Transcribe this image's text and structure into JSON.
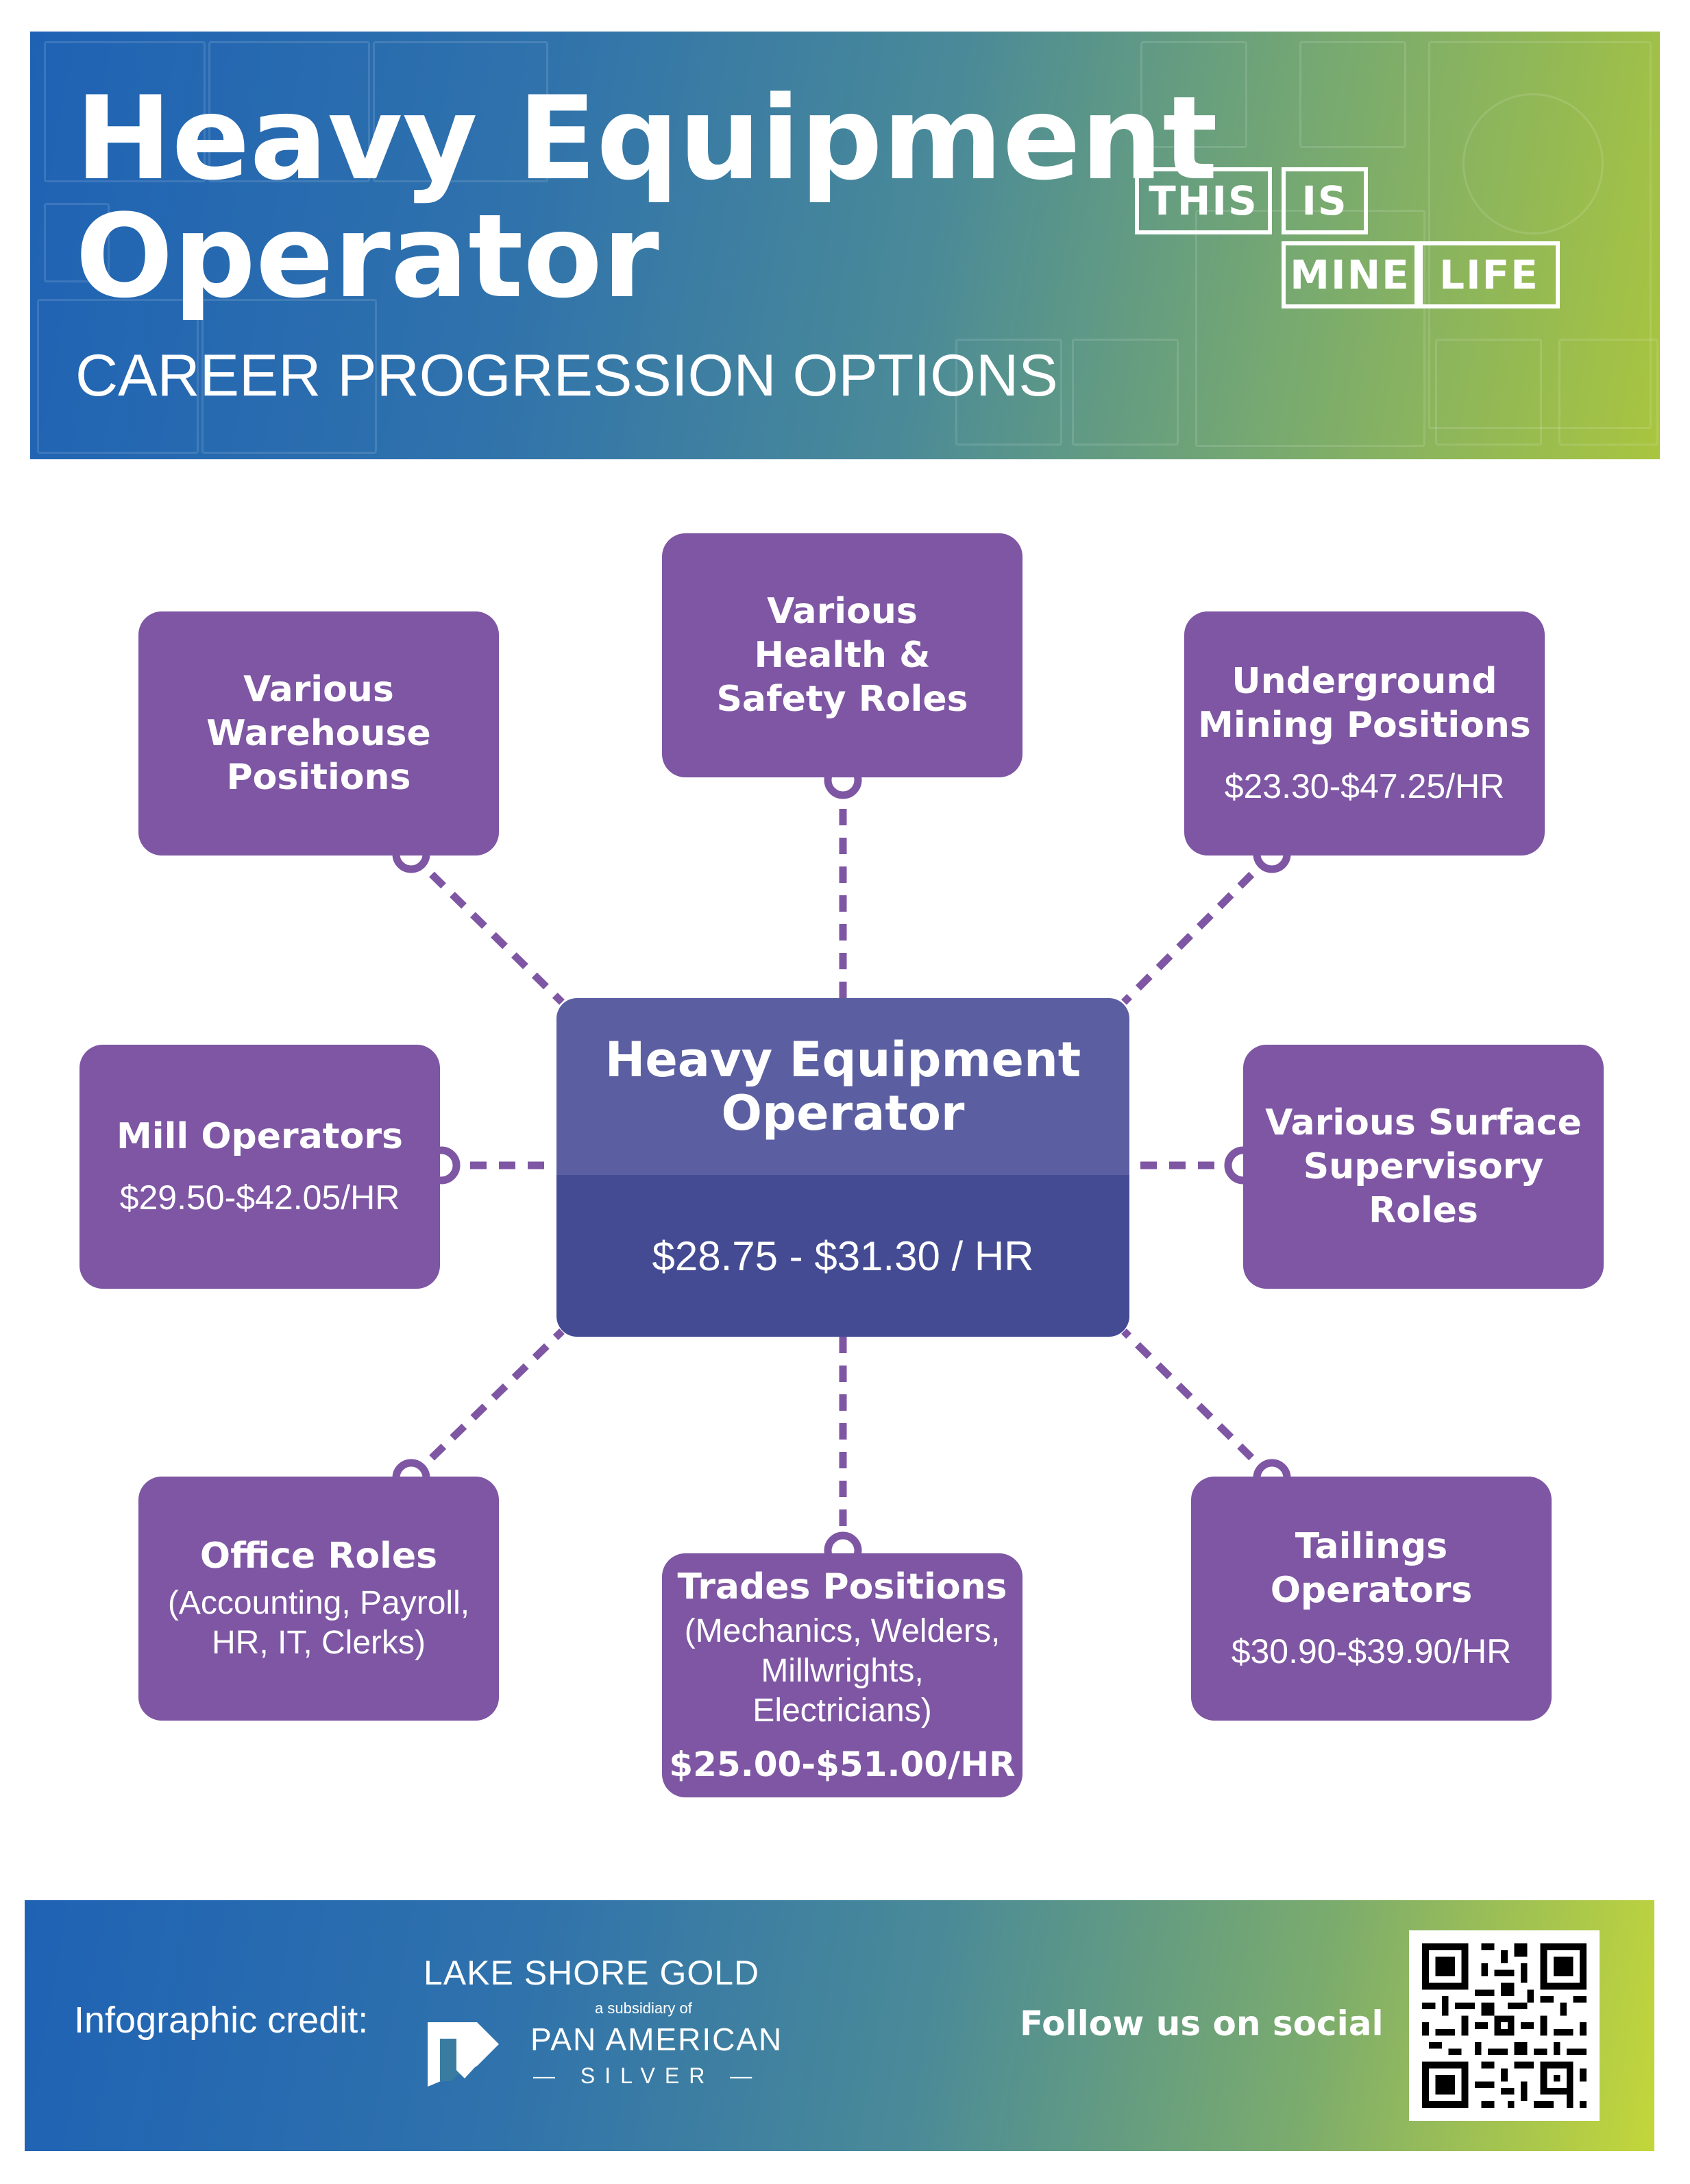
{
  "header": {
    "title_line1": "Heavy Equipment",
    "title_line2": "Operator",
    "subtitle": "CAREER PROGRESSION OPTIONS",
    "logo_words": [
      "THIS",
      "IS",
      "MINE",
      "LIFE"
    ]
  },
  "center": {
    "title_line1": "Heavy Equipment",
    "title_line2": "Operator",
    "pay": "$28.75 - $31.30 / HR"
  },
  "nodes": {
    "warehouse": {
      "lines": [
        "Various",
        "Warehouse",
        "Positions"
      ]
    },
    "health_safety": {
      "lines": [
        "Various",
        "Health &",
        "Safety Roles"
      ]
    },
    "underground": {
      "lines": [
        "Underground",
        "Mining Positions"
      ],
      "pay": "$23.30-$47.25/HR"
    },
    "mill": {
      "lines": [
        "Mill Operators"
      ],
      "pay": "$29.50-$42.05/HR"
    },
    "surface": {
      "lines": [
        "Various Surface",
        "Supervisory",
        "Roles"
      ]
    },
    "office": {
      "lines": [
        "Office Roles"
      ],
      "details": [
        "(Accounting, Payroll,",
        "HR, IT, Clerks)"
      ]
    },
    "trades": {
      "lines": [
        "Trades Positions"
      ],
      "details": [
        "(Mechanics, Welders,",
        "Millwrights, Electricians)"
      ],
      "pay": "$25.00-$51.00/HR"
    },
    "tailings": {
      "lines": [
        "Tailings",
        "Operators"
      ],
      "pay": "$30.90-$39.90/HR"
    }
  },
  "footer": {
    "credit_label": "Infographic credit:",
    "brand_name": "LAKE SHORE GOLD",
    "brand_subsidiary": "a subsidiary of",
    "parent_name": "PAN AMERICAN",
    "parent_name_sub": "— SILVER —",
    "follow_label": "Follow us on social"
  },
  "colors": {
    "node": "#7e56a3",
    "center_top": "#5b5fa1",
    "center_bottom": "#444b93",
    "connector": "#7e56a3",
    "gradient_start": "#1f62b4",
    "gradient_end": "#a9c53f"
  }
}
